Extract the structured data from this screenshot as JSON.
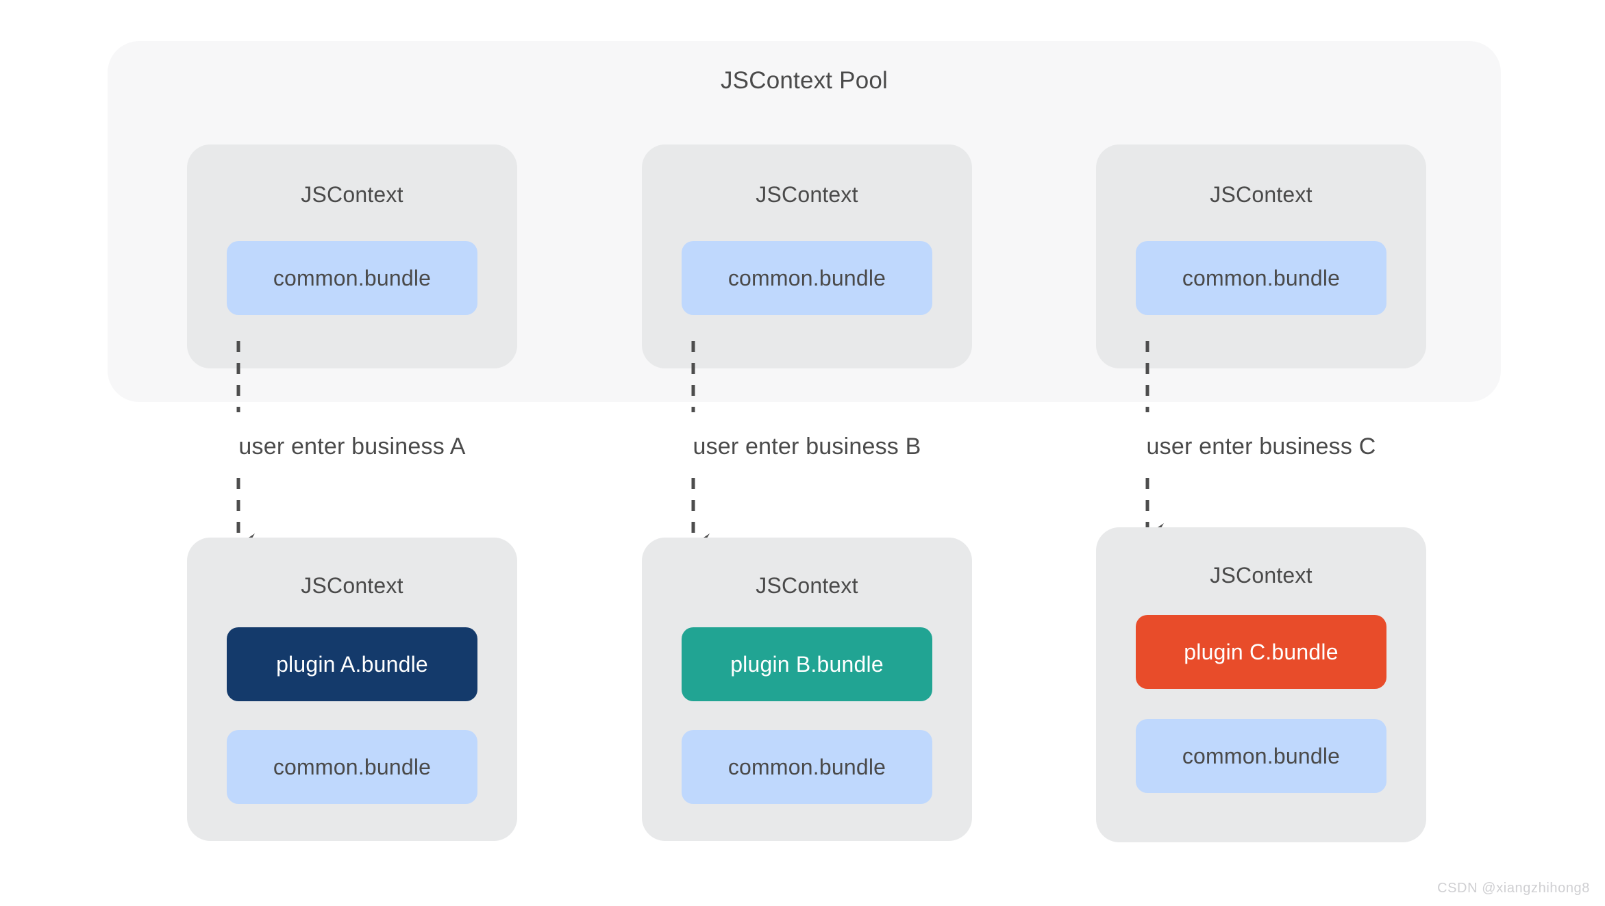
{
  "pool": {
    "title": "JSContext Pool",
    "background_color": "#f7f7f8"
  },
  "colors": {
    "card_background": "#e8e9ea",
    "common_bundle": "#bfd8fd",
    "plugin_a": "#143a6b",
    "plugin_b": "#21a493",
    "plugin_c": "#e84c2a",
    "text": "#4a4a4a",
    "connector": "#4d4d4d",
    "page_background": "#ffffff"
  },
  "pool_contexts": [
    {
      "title": "JSContext",
      "bundle": "common.bundle"
    },
    {
      "title": "JSContext",
      "bundle": "common.bundle"
    },
    {
      "title": "JSContext",
      "bundle": "common.bundle"
    }
  ],
  "connectors": [
    {
      "label": "user enter business A",
      "style": "dashed-arrow-down"
    },
    {
      "label": "user enter business B",
      "style": "dashed-arrow-down"
    },
    {
      "label": "user enter business C",
      "style": "dashed-arrow-down"
    }
  ],
  "loaded_contexts": [
    {
      "title": "JSContext",
      "plugin": "plugin A.bundle",
      "bundle": "common.bundle"
    },
    {
      "title": "JSContext",
      "plugin": "plugin B.bundle",
      "bundle": "common.bundle"
    },
    {
      "title": "JSContext",
      "plugin": "plugin C.bundle",
      "bundle": "common.bundle"
    }
  ],
  "watermark": "CSDN @xiangzhihong8"
}
